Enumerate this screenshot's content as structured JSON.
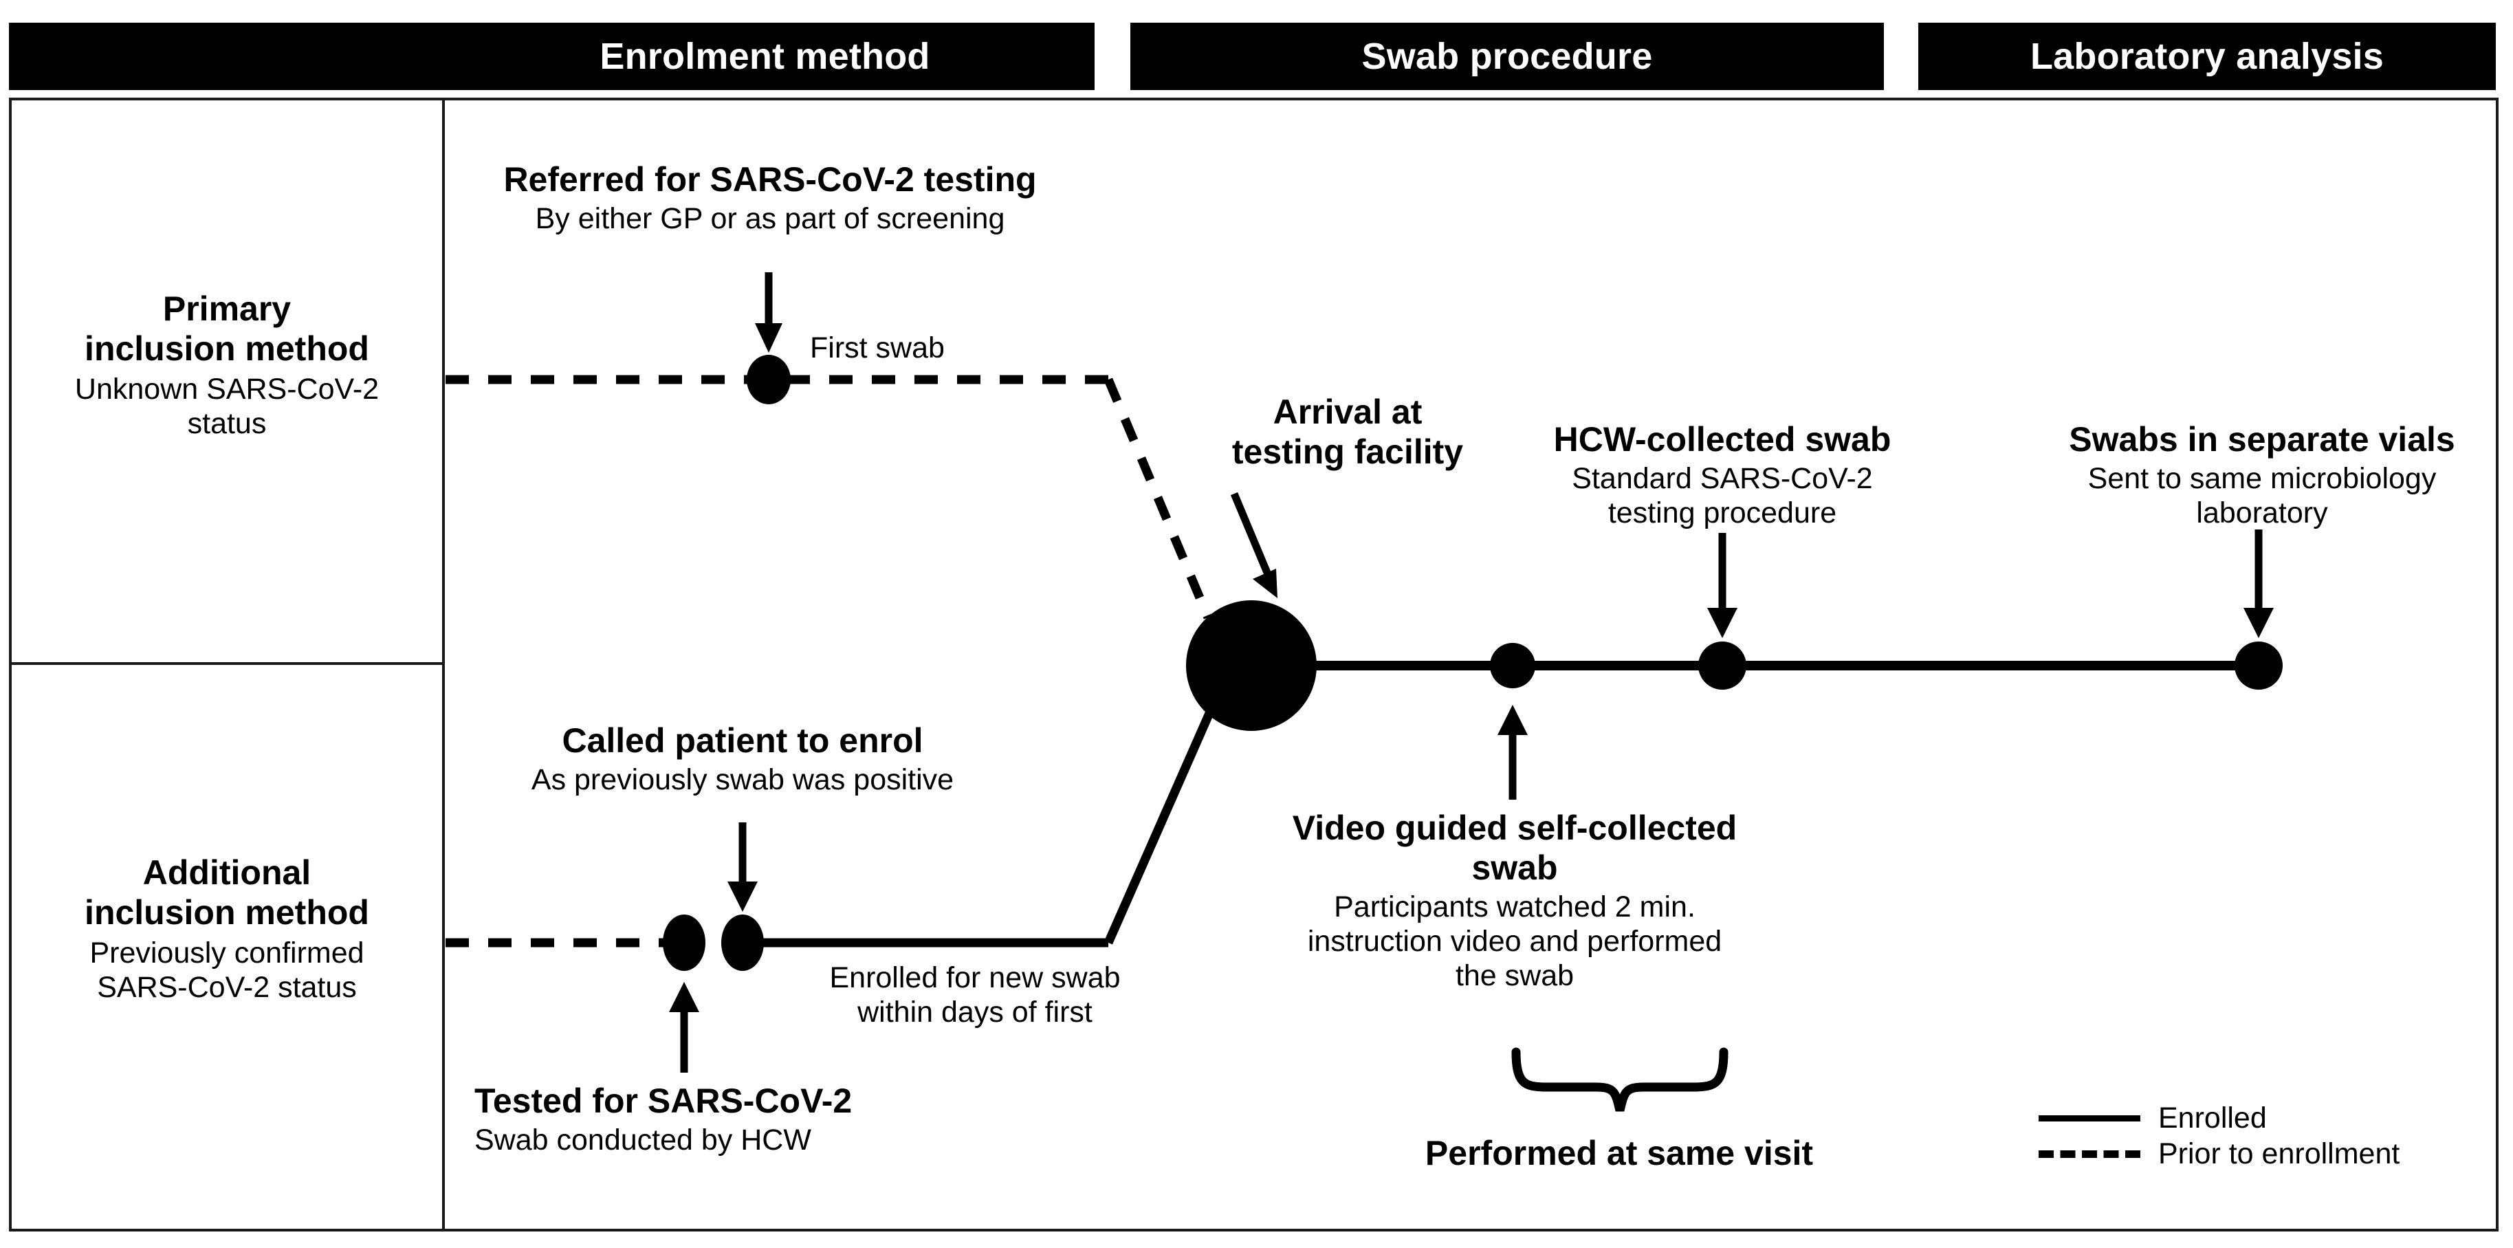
{
  "figure": {
    "type": "flowchart",
    "title": "Study enrolment, swab procedure and laboratory analysis flow"
  },
  "header": {
    "columns": [
      {
        "label": "Enrolment method"
      },
      {
        "label": "Swab procedure"
      },
      {
        "label": "Laboratory analysis"
      }
    ]
  },
  "rows": [
    {
      "title": "Primary\ninclusion method",
      "title_line1": "Primary",
      "title_line2": "inclusion method",
      "subtitle_line1": "Unknown SARS-CoV-2",
      "subtitle_line2": "status"
    },
    {
      "title_line1": "Additional",
      "title_line2": "inclusion method",
      "subtitle_line1": "Previously confirmed",
      "subtitle_line2": "SARS-CoV-2 status"
    }
  ],
  "annotations": {
    "referred": {
      "bold": "Referred for SARS-CoV-2 testing",
      "sub": "By either GP or as part of screening"
    },
    "first_swab": {
      "label": "First swab"
    },
    "arrival": {
      "bold_line1": "Arrival at",
      "bold_line2": "testing facility"
    },
    "hcw_swab": {
      "bold": "HCW-collected swab",
      "sub_line1": "Standard SARS-CoV-2",
      "sub_line2": "testing procedure"
    },
    "vials": {
      "bold": "Swabs in separate vials",
      "sub_line1": "Sent to same microbiology",
      "sub_line2": "laboratory"
    },
    "called": {
      "bold": "Called patient to enrol",
      "sub": "As previously swab was positive"
    },
    "enrolled_new": {
      "line1": "Enrolled for new swab",
      "line2": "within days of first"
    },
    "tested": {
      "bold": "Tested for SARS-CoV-2",
      "sub": "Swab conducted by HCW"
    },
    "self_collected": {
      "bold_line1": "Video guided self-collected",
      "bold_line2": "swab",
      "sub_line1": "Participants watched 2 min.",
      "sub_line2": "instruction video and performed",
      "sub_line3": "the swab"
    },
    "same_visit": {
      "bold": "Performed at same visit"
    }
  },
  "legend": {
    "items": [
      {
        "style": "solid",
        "label": "Enrolled"
      },
      {
        "style": "dashed",
        "label": "Prior to enrollment"
      }
    ]
  },
  "colors": {
    "ink": "#000000",
    "frame": "#1a1a1a",
    "header_bg": "#000000",
    "header_text": "#ffffff",
    "page_bg": "#ffffff"
  }
}
